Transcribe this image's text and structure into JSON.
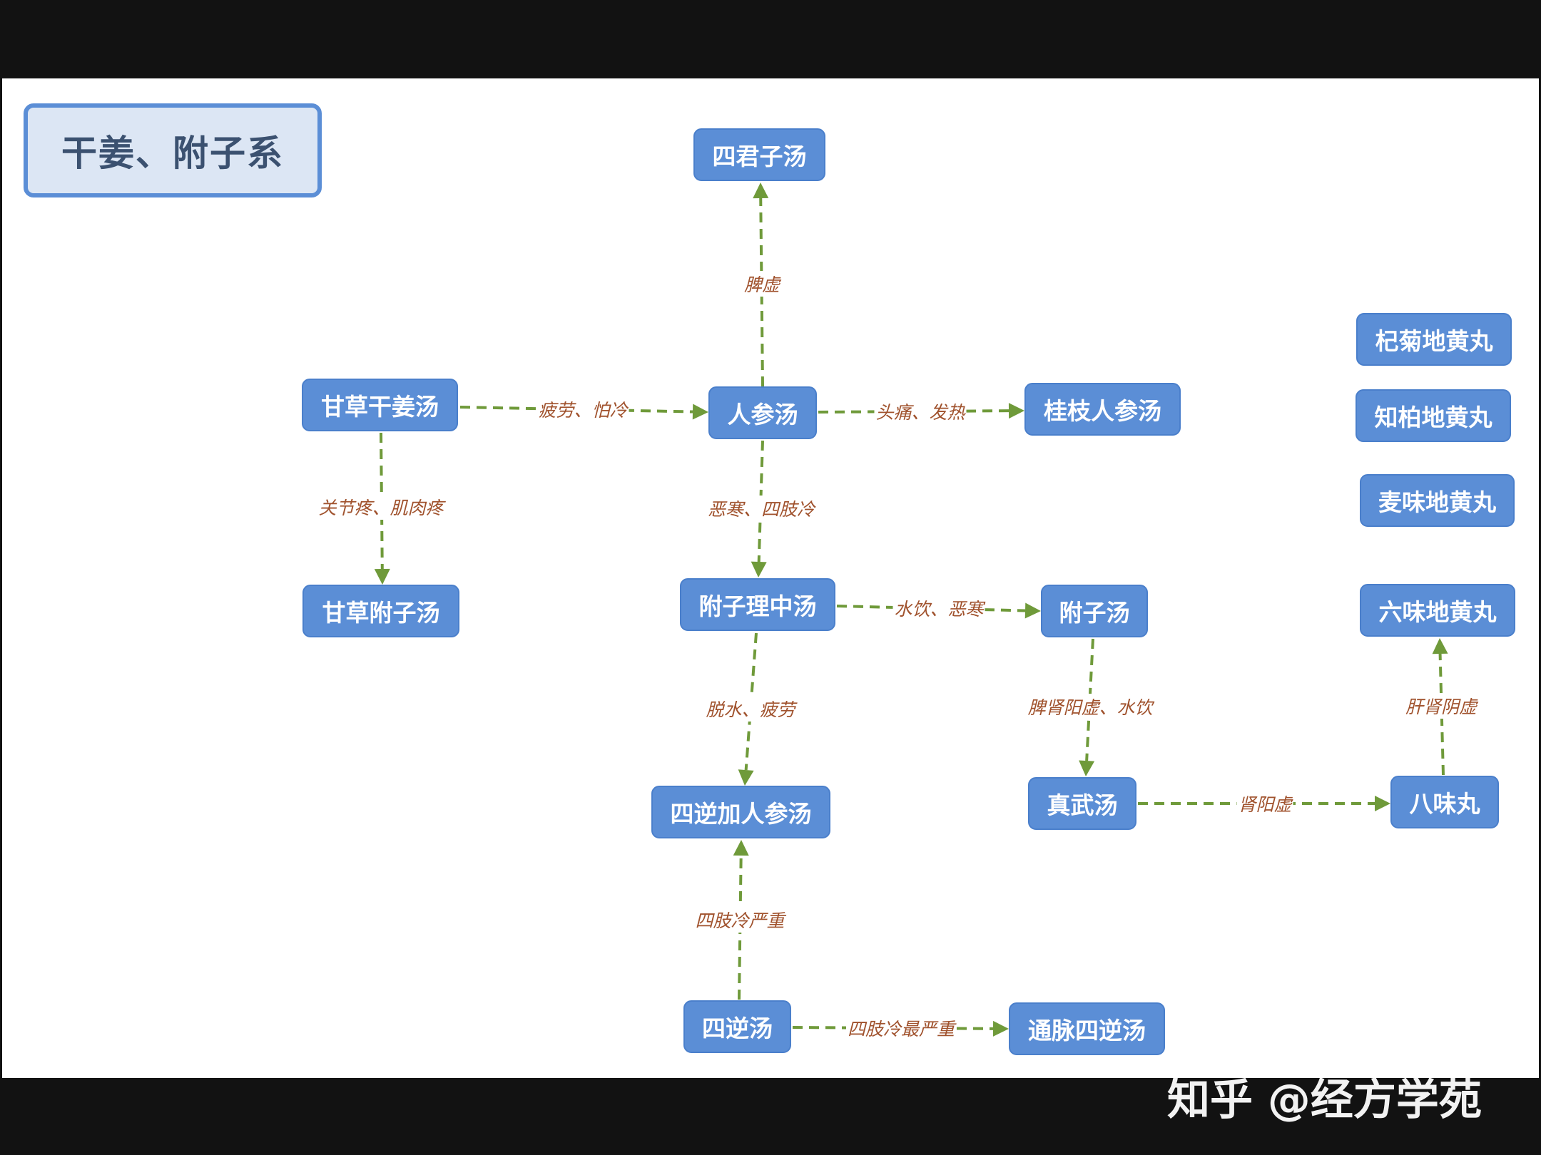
{
  "title": "干姜、附子系",
  "nodes": {
    "sijunzi": "四君子汤",
    "renshen": "人参汤",
    "gancao_ganjiang": "甘草干姜汤",
    "guizhi_renshen": "桂枝人参汤",
    "gancao_fuzi": "甘草附子汤",
    "fuzi_lizhong": "附子理中汤",
    "fuzi": "附子汤",
    "sini_jia_renshen": "四逆加人参汤",
    "zhenwu": "真武汤",
    "bawei": "八味丸",
    "sini": "四逆汤",
    "tongmai_sini": "通脉四逆汤",
    "qiju_dihuang": "杞菊地黄丸",
    "zhibai_dihuang": "知柏地黄丸",
    "maiwei_dihuang": "麦味地黄丸",
    "liuwei_dihuang": "六味地黄丸"
  },
  "edges": {
    "renshen_to_sijunzi": "脾虚",
    "gancao_ganjiang_to_renshen": "疲劳、怕冷",
    "renshen_to_guizhi_renshen": "头痛、发热",
    "gancao_ganjiang_to_gancao_fuzi": "关节疼、肌肉疼",
    "renshen_to_fuzi_lizhong": "恶寒、四肢冷",
    "fuzi_lizhong_to_fuzi": "水饮、恶寒",
    "fuzi_lizhong_to_sini_jia_renshen": "脱水、疲劳",
    "fuzi_to_zhenwu": "脾肾阳虚、水饮",
    "zhenwu_to_bawei": "肾阳虚",
    "bawei_to_liuwei_dihuang": "肝肾阴虚",
    "sini_to_sini_jia_renshen": "四肢冷严重",
    "sini_to_tongmai_sini": "四肢冷最严重"
  },
  "watermark": "知乎 @经方学苑",
  "colors": {
    "node_fill": "#5b8ed6",
    "title_fill": "#dce6f4",
    "title_border": "#5b8ed6",
    "edge": "#6f9a3a",
    "edge_label": "#a0522d",
    "background": "#ffffff",
    "frame": "#121212"
  }
}
